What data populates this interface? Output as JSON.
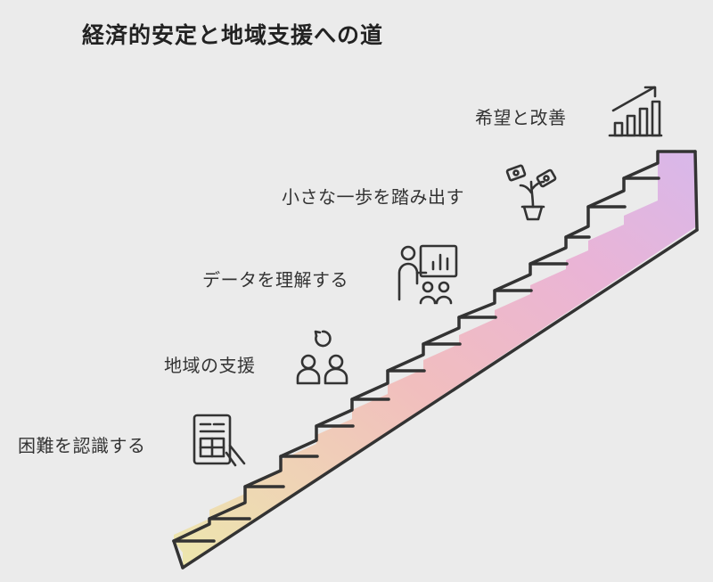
{
  "title": "経済的安定と地域支援への道",
  "steps": [
    {
      "label": "困難を認識する",
      "icon": "document-hand-icon"
    },
    {
      "label": "地域の支援",
      "icon": "community-people-icon"
    },
    {
      "label": "データを理解する",
      "icon": "presentation-board-icon"
    },
    {
      "label": "小さな一歩を踏み出す",
      "icon": "money-plant-icon"
    },
    {
      "label": "希望と改善",
      "icon": "growth-chart-icon"
    }
  ],
  "colors": {
    "yellow": "#ece7a8",
    "pink": "#f0b8bd",
    "purple": "#d7b3e8",
    "line": "#333333"
  }
}
